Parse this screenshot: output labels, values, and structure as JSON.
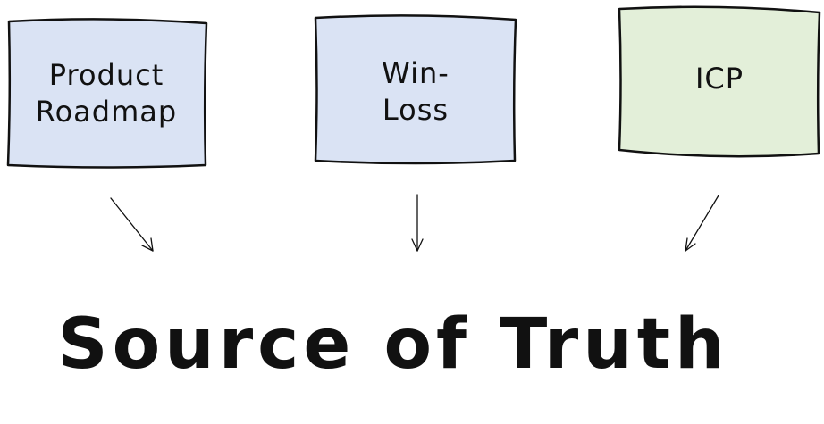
{
  "boxes": [
    {
      "id": "product-roadmap",
      "lines": [
        "Product",
        "Roadmap"
      ],
      "fill": "#dae3f4"
    },
    {
      "id": "win-loss",
      "lines": [
        "Win-",
        "Loss"
      ],
      "fill": "#dae3f4"
    },
    {
      "id": "icp",
      "lines": [
        "ICP"
      ],
      "fill": "#e3efd9"
    }
  ],
  "title": "Source of Truth",
  "colors": {
    "stroke": "#111111",
    "blue_fill": "#dae3f4",
    "green_fill": "#e3efd9",
    "background": "#ffffff"
  }
}
